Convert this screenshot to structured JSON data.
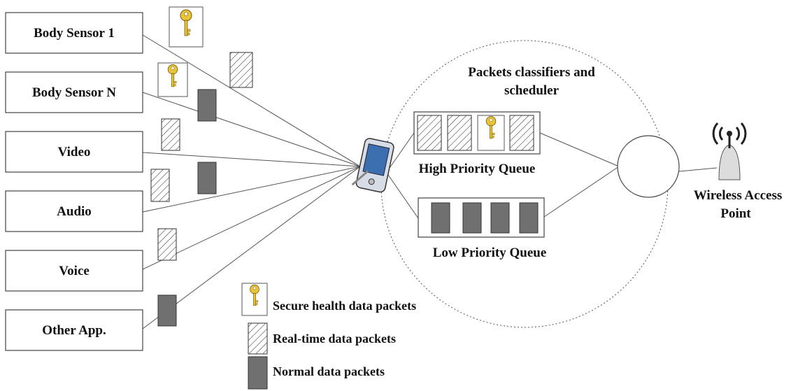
{
  "sources": [
    "Body Sensor 1",
    "Body Sensor N",
    "Video",
    "Audio",
    "Voice",
    "Other App."
  ],
  "classifier_title": [
    "Packets classifiers and",
    "scheduler"
  ],
  "high_queue_label": "High Priority Queue",
  "low_queue_label": "Low Priority Queue",
  "access_point_label": [
    "Wireless Access",
    "Point"
  ],
  "legend": {
    "secure": "Secure health data packets",
    "realtime": "Real-time data packets",
    "normal": "Normal data packets"
  },
  "colors": {
    "key": "#e8c437",
    "normal_packet": "#707070",
    "device_screen": "#3c6fb0"
  },
  "icons": [
    "key-icon",
    "pda-icon",
    "antenna-icon"
  ]
}
